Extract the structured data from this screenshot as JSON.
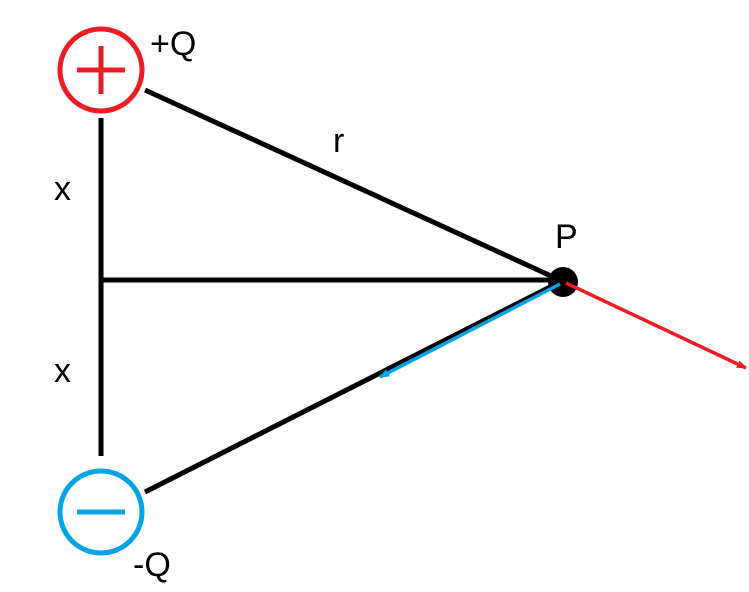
{
  "labels": {
    "positive_charge": "+Q",
    "negative_charge": "-Q",
    "distance_r": "r",
    "distance_x_top": "x",
    "distance_x_bottom": "x",
    "point": "P"
  },
  "colors": {
    "positive": "#ee1c24",
    "negative": "#00a2e8",
    "lines": "#000000"
  }
}
